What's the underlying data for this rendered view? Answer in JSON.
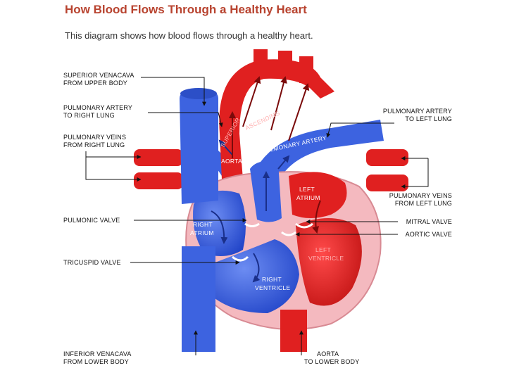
{
  "title": "How Blood Flows Through a Healthy Heart",
  "subtitle": "This diagram shows how blood flows through a healthy heart.",
  "labels": {
    "superior_vena_cava": [
      "SUPERIOR VENACAVA",
      "FROM UPPER BODY"
    ],
    "pulmonary_artery_right": [
      "PULMONARY ARTERY",
      "TO RIGHT LUNG"
    ],
    "pulmonary_veins_right": [
      "PULMONARY VEINS",
      "FROM RIGHT LUNG"
    ],
    "pulmonic_valve": "PULMONIC VALVE",
    "tricuspid_valve": "TRICUSPID VALVE",
    "inferior_vena_cava": [
      "INFERIOR VENACAVA",
      "FROM LOWER BODY"
    ],
    "pulmonary_artery_left": [
      "PULMONARY ARTERY",
      "TO LEFT LUNG"
    ],
    "pulmonary_veins_left": [
      "PULMONARY VEINS",
      "FROM LEFT LUNG"
    ],
    "mitral_valve": "MITRAL VALVE",
    "aortic_valve": "AORTIC VALVE",
    "aorta_lower": [
      "AORTA",
      "TO LOWER BODY"
    ]
  },
  "inner_labels": {
    "aorta": "AORTA",
    "pulmonary_artery": "PULMONARY ARTERY",
    "left_atrium": [
      "LEFT",
      "ATRIUM"
    ],
    "right_atrium": [
      "RIGHT",
      "ATRIUM"
    ],
    "left_ventricle": [
      "LEFT",
      "VENTRICLE"
    ],
    "right_ventricle": [
      "RIGHT",
      "VENTRICLE"
    ],
    "aorta_arch_1": "SUPERIOR",
    "aorta_arch_2": "ASCENDING"
  },
  "colors": {
    "oxygen_rich": "#e02020",
    "oxygen_poor": "#3d63e0",
    "wall": "#f4b9bf",
    "title": "#b8432f"
  }
}
